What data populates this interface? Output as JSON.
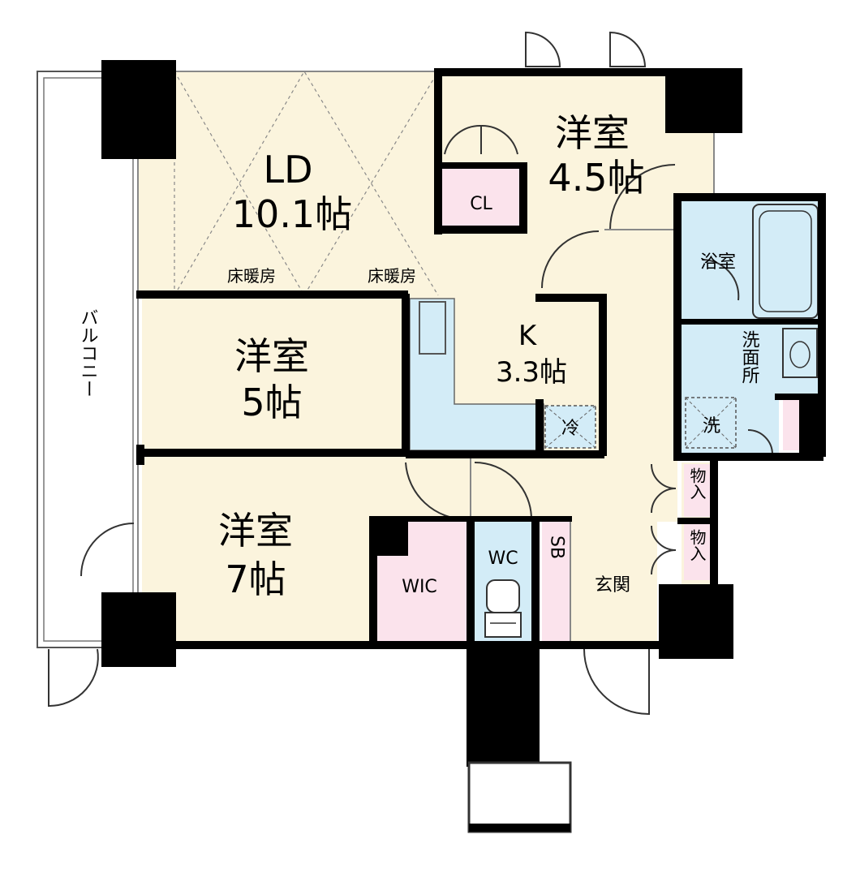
{
  "rooms": {
    "ld": {
      "name": "LD",
      "size": "10.1帖"
    },
    "western_45": {
      "name": "洋室",
      "size": "4.5帖"
    },
    "western_5": {
      "name": "洋室",
      "size": "5帖"
    },
    "western_7": {
      "name": "洋室",
      "size": "7帖"
    },
    "kitchen": {
      "name": "K",
      "size": "3.3帖"
    },
    "closet": "CL",
    "bath": "浴室",
    "washroom": "洗面所",
    "washer": "洗",
    "fridge": "冷",
    "wc": "WC",
    "wic": "WIC",
    "shoe_box": "SB",
    "entrance": "玄関",
    "storage_1": "物入",
    "storage_2": "物入",
    "balcony": "バルコニー",
    "floor_heating_1": "床暖房",
    "floor_heating_2": "床暖房"
  },
  "colors": {
    "floor": "#fbf4dd",
    "wet_area": "#d3ecf7",
    "storage": "#fbe3ec",
    "wall": "#000000"
  }
}
